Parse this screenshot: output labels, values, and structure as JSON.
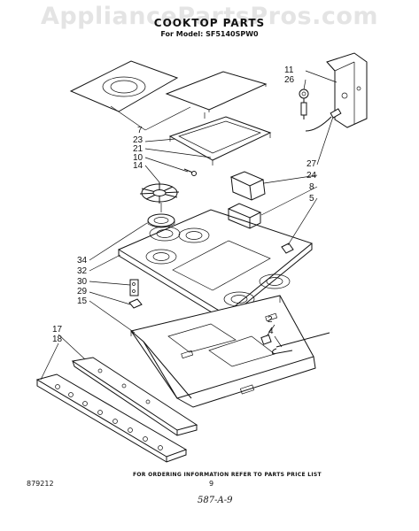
{
  "watermark": "AppliancePartsPros.com",
  "title": "COOKTOP PARTS",
  "model_line": "For Model: SF5140SPW0",
  "callouts": {
    "c11": "11",
    "c26": "26",
    "c7": "7",
    "c23": "23",
    "c21": "21",
    "c10": "10",
    "c14": "14",
    "c27": "27",
    "c24": "24",
    "c8": "8",
    "c5": "5",
    "c34": "34",
    "c32": "32",
    "c30": "30",
    "c29": "29",
    "c15": "15",
    "c2": "2",
    "c4": "4",
    "c17": "17",
    "c18": "18"
  },
  "footer": "FOR ORDERING INFORMATION REFER TO PARTS PRICE LIST",
  "doc_number": "879212",
  "page_number": "9",
  "handwritten_note": "587-A-9"
}
